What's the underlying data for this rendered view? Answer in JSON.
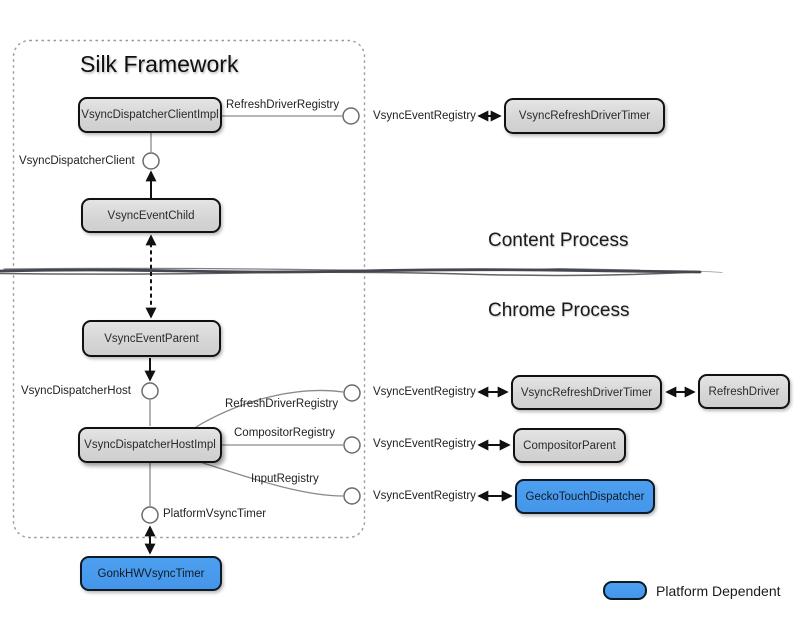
{
  "title": "Silk Framework",
  "sections": {
    "content": "Content Process",
    "chrome": "Chrome Process"
  },
  "nodes": {
    "client_impl": "VsyncDispatcherClientImpl",
    "event_child": "VsyncEventChild",
    "event_parent": "VsyncEventParent",
    "host_impl": "VsyncDispatcherHostImpl",
    "gonk_timer": "GonkHWVsyncTimer",
    "refresh_timer_content": "VsyncRefreshDriverTimer",
    "refresh_timer_chrome": "VsyncRefreshDriverTimer",
    "refresh_driver": "RefreshDriver",
    "compositor_parent": "CompositorParent",
    "gecko_touch": "GeckoTouchDispatcher"
  },
  "interfaces": {
    "refresh_driver_registry_content": "RefreshDriverRegistry",
    "vsync_event_registry_content": "VsyncEventRegistry",
    "vsync_dispatcher_client": "VsyncDispatcherClient",
    "vsync_dispatcher_host": "VsyncDispatcherHost",
    "refresh_driver_registry_chrome": "RefreshDriverRegistry",
    "vsync_event_registry_refresh": "VsyncEventRegistry",
    "compositor_registry": "CompositorRegistry",
    "vsync_event_registry_compositor": "VsyncEventRegistry",
    "input_registry": "InputRegistry",
    "vsync_event_registry_input": "VsyncEventRegistry",
    "platform_vsync_timer": "PlatformVsyncTimer"
  },
  "legend": {
    "label": "Platform Dependent"
  },
  "colors": {
    "node_gray": "#d9d9d9",
    "node_blue": "#4d9ff0",
    "divider": "#44484e"
  }
}
